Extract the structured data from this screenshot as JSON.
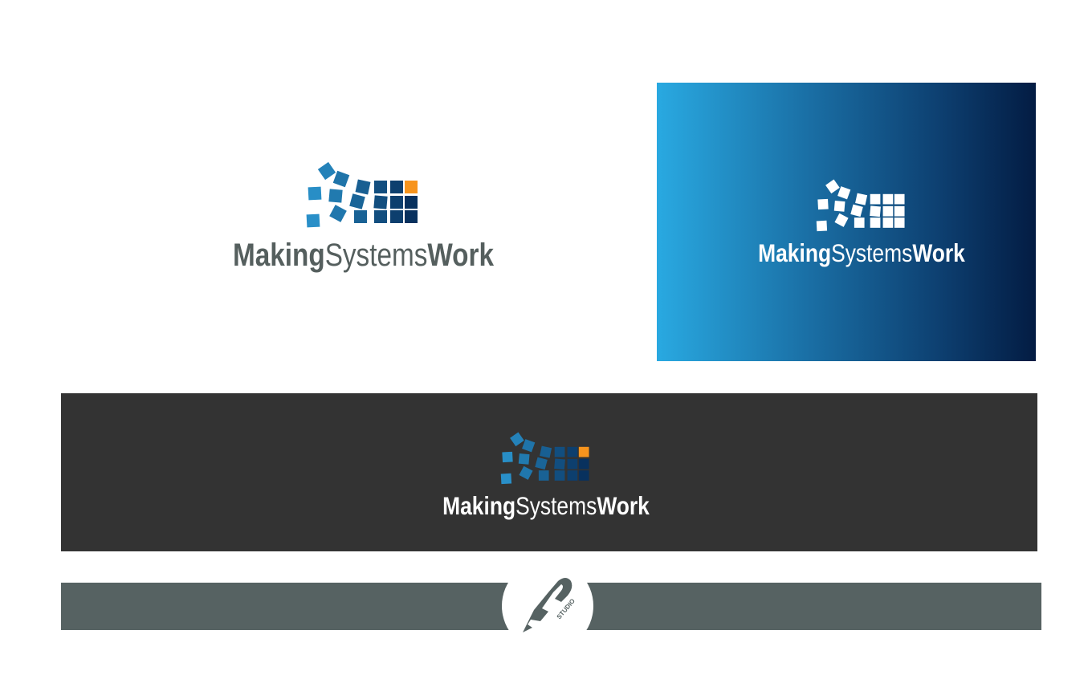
{
  "logo": {
    "parts": [
      "Making",
      "Systems",
      "Work"
    ],
    "colors": {
      "text_dark": "#555f5e",
      "text_light": "#ffffff",
      "square_light": "#2a93cc",
      "square_dark": "#062b57",
      "accent": "#f7941d"
    }
  },
  "panels": {
    "blue_gradient": [
      "#29a9e1",
      "#031c43"
    ],
    "dark_background": "#333333",
    "footer_bar": "#566262"
  },
  "studio_mark": {
    "text": "STUDIO",
    "color": "#566262"
  }
}
